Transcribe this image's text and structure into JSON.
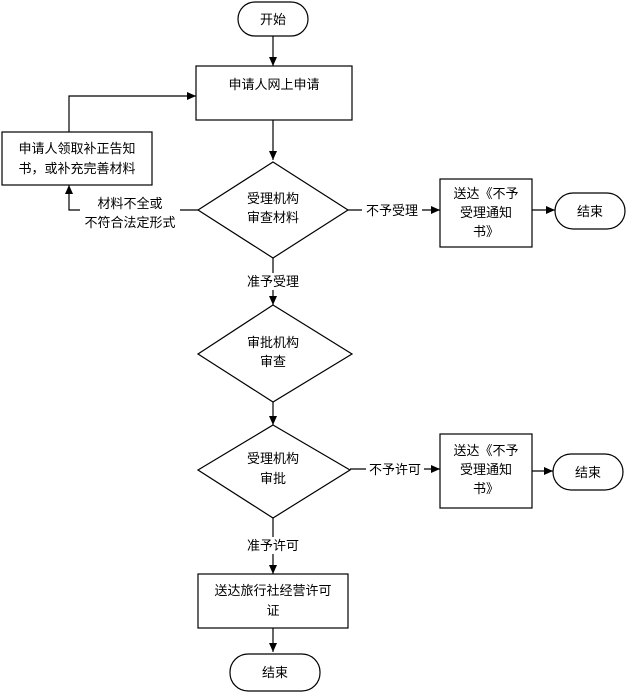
{
  "nodes": {
    "start": {
      "lines": [
        "开始"
      ]
    },
    "apply_online": {
      "lines": [
        "申请人网上申请"
      ]
    },
    "supplement": {
      "lines": [
        "申请人领取补正告知",
        "书，或补充完善材料"
      ]
    },
    "review_materials": {
      "lines": [
        "受理机构",
        "审查材料"
      ]
    },
    "send_reject_notice": {
      "lines": [
        "送达《不予",
        "受理通知",
        "书》"
      ]
    },
    "end_1": {
      "lines": [
        "结束"
      ]
    },
    "approval_review": {
      "lines": [
        "审批机构",
        "审查"
      ]
    },
    "approval_decision": {
      "lines": [
        "受理机构",
        "审批"
      ]
    },
    "send_deny_notice": {
      "lines": [
        "送达《不予",
        "受理通知",
        "书》"
      ]
    },
    "end_2": {
      "lines": [
        "结束"
      ]
    },
    "send_license": {
      "lines": [
        "送达旅行社经营许可",
        "证"
      ]
    },
    "end_3": {
      "lines": [
        "结束"
      ]
    }
  },
  "edge_labels": {
    "incomplete": {
      "lines": [
        "材料不全或",
        "不符合法定形式"
      ]
    },
    "not_accepted": {
      "lines": [
        "不予受理"
      ]
    },
    "accepted": {
      "lines": [
        "准予受理"
      ]
    },
    "not_permitted": {
      "lines": [
        "不予许可"
      ]
    },
    "permitted": {
      "lines": [
        "准予许可"
      ]
    }
  }
}
